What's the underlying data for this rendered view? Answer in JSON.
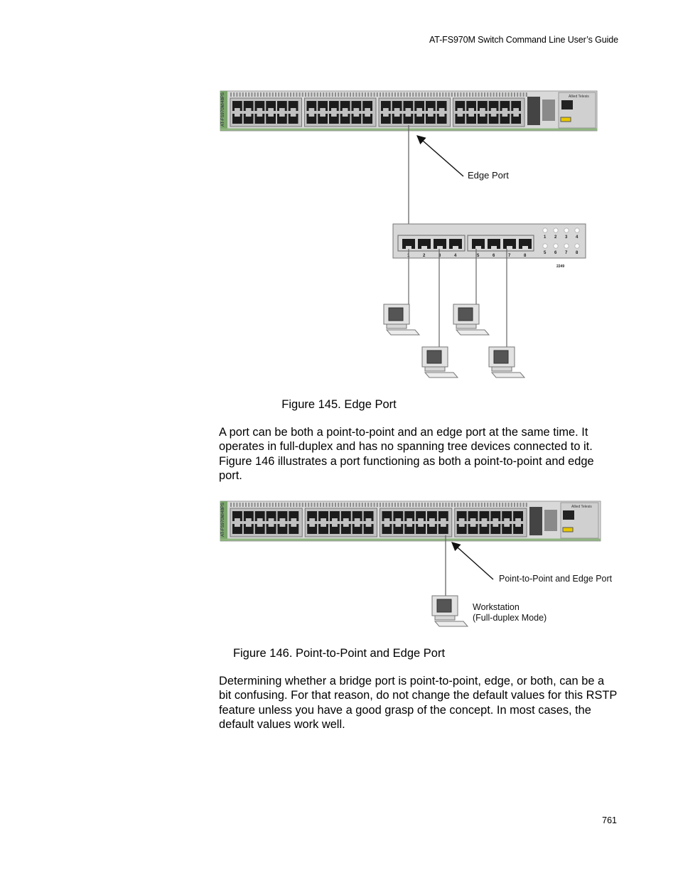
{
  "header": {
    "title": "AT-FS970M Switch Command Line User’s Guide"
  },
  "figure145": {
    "caption": "Figure 145. Edge Port",
    "callout": "Edge Port",
    "hub_port_numbers": [
      "1",
      "2",
      "3",
      "4",
      "5",
      "6",
      "7",
      "8"
    ],
    "hub_led_numbers": [
      "1",
      "2",
      "3",
      "4",
      "5",
      "6",
      "7",
      "8"
    ],
    "hub_model": "2249",
    "switch_model": "AT-FS970M/48PS",
    "brand": "Allied Telesis"
  },
  "paragraph1": "A port can be both a point-to-point and an edge port at the same time. It operates in full-duplex and has no spanning tree devices connected to it. Figure 146 illustrates a port functioning as both a point-to-point and edge port.",
  "figure146": {
    "caption": "Figure 146. Point-to-Point and Edge Port",
    "callout": "Point-to-Point and Edge Port",
    "workstation_line1": "Workstation",
    "workstation_line2": "(Full-duplex Mode)",
    "switch_model": "AT-FS970M/48PS",
    "brand": "Allied Telesis"
  },
  "paragraph2": "Determining whether a bridge port is point-to-point, edge, or both, can be a bit confusing. For that reason, do not change the default values for this RSTP feature unless you have a good grasp of the concept. In most cases, the default values work well.",
  "footer": {
    "page_number": "761"
  }
}
